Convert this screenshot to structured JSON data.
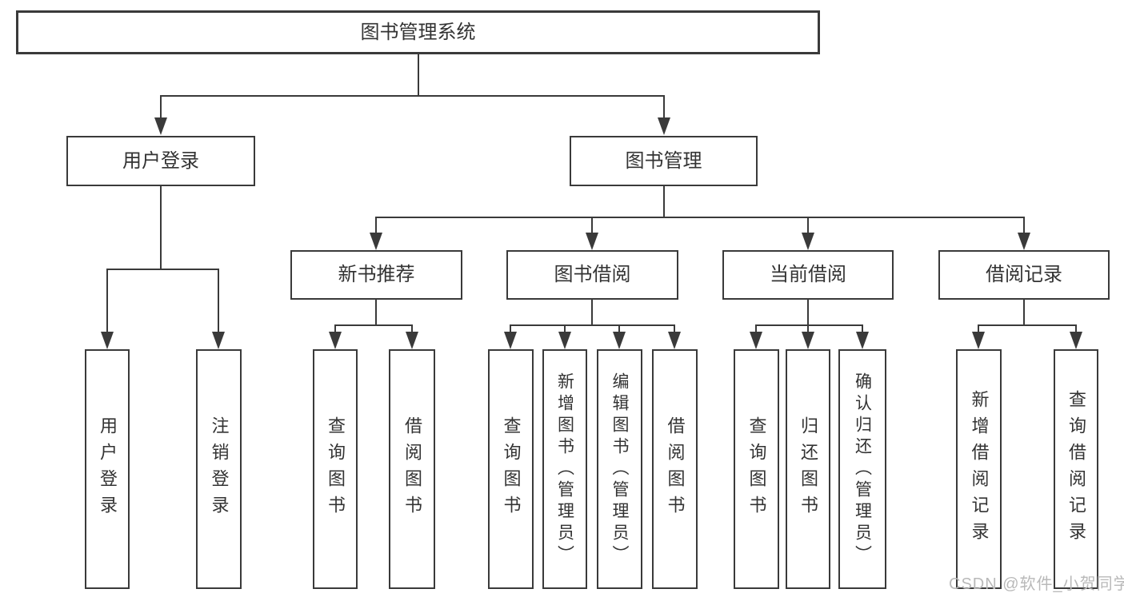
{
  "tree": {
    "root": {
      "label": "图书管理系统"
    },
    "branches": [
      {
        "label": "用户登录",
        "leaves": [
          "用户登录",
          "注销登录"
        ],
        "children": []
      },
      {
        "label": "图书管理",
        "leaves": [],
        "children": [
          {
            "label": "新书推荐",
            "leaves": [
              "查询图书",
              "借阅图书"
            ]
          },
          {
            "label": "图书借阅",
            "leaves": [
              "查询图书",
              "新增图书（管理员）",
              "编辑图书（管理员）",
              "借阅图书"
            ]
          },
          {
            "label": "当前借阅",
            "leaves": [
              "查询图书",
              "归还图书",
              "确认归还（管理员）"
            ]
          },
          {
            "label": "借阅记录",
            "leaves": [
              "新增借阅记录",
              "查询借阅记录"
            ]
          }
        ]
      }
    ]
  },
  "watermark": {
    "text": "CSDN @软件_小贺同学"
  },
  "colors": {
    "line": "#3a3a3a",
    "text": "#333333",
    "watermark": "#b9b9b9",
    "bg": "#ffffff"
  }
}
